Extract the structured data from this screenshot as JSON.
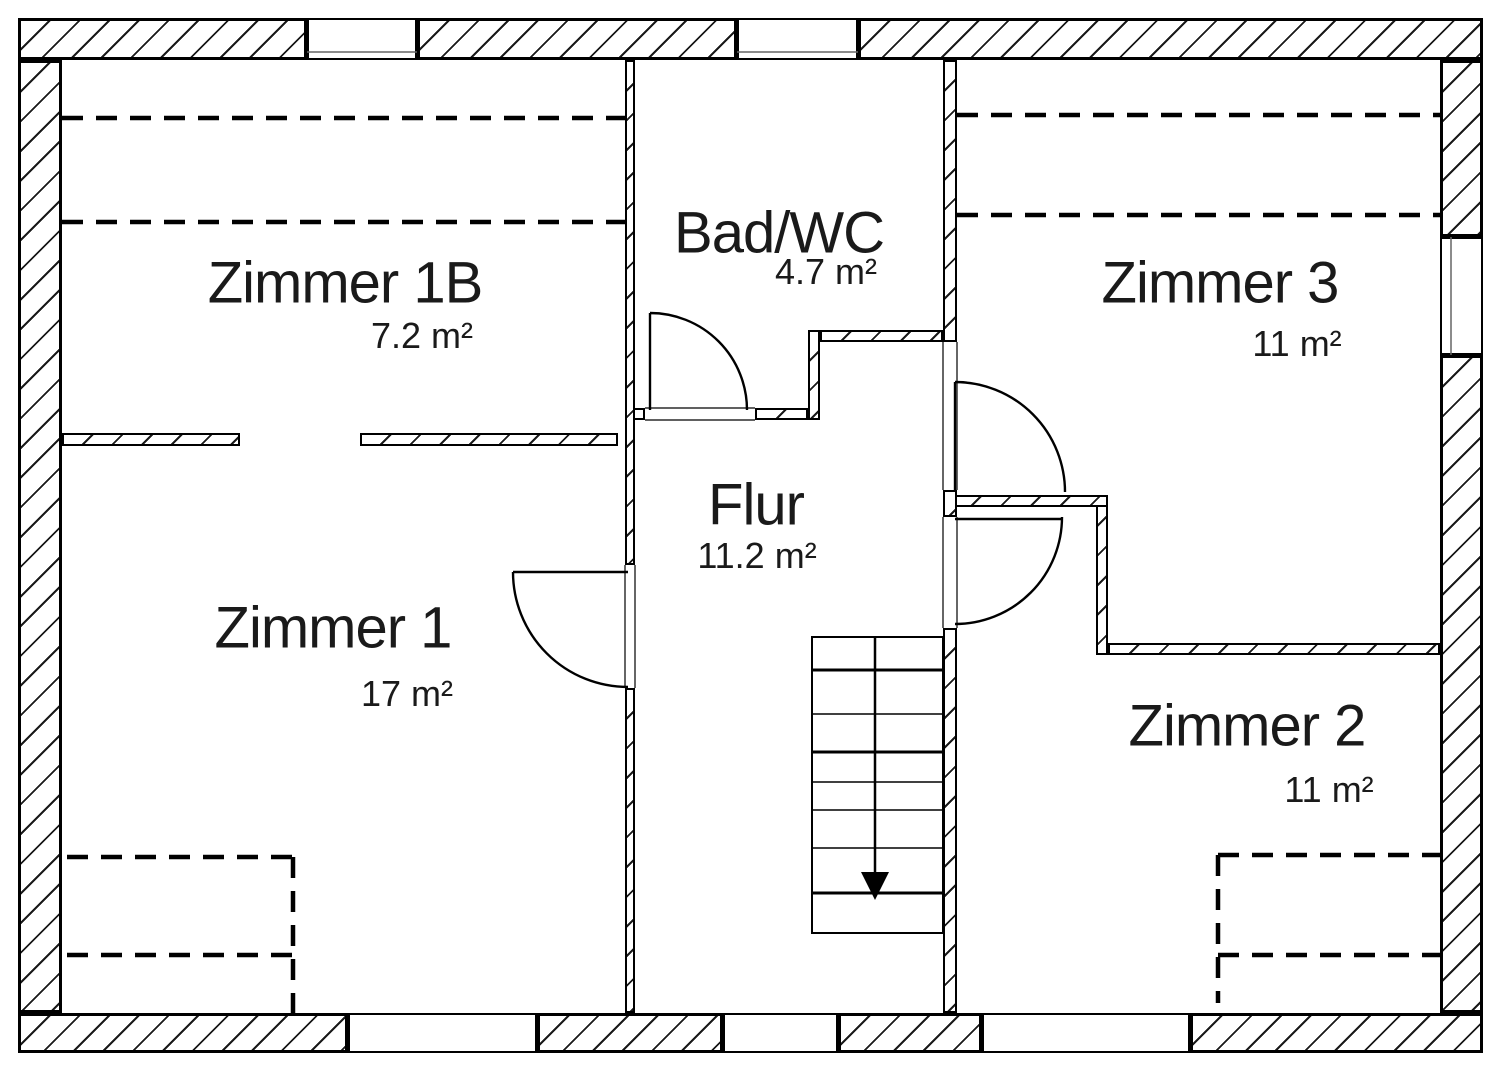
{
  "rooms": [
    {
      "id": "zimmer-1b",
      "name": "Zimmer 1B",
      "area": "7.2 m²"
    },
    {
      "id": "bad-wc",
      "name": "Bad/WC",
      "area": "4.7 m²"
    },
    {
      "id": "zimmer-3",
      "name": "Zimmer 3",
      "area": "11 m²"
    },
    {
      "id": "flur",
      "name": "Flur",
      "area": "11.2 m²"
    },
    {
      "id": "zimmer-1",
      "name": "Zimmer 1",
      "area": "17 m²"
    },
    {
      "id": "zimmer-2",
      "name": "Zimmer 2",
      "area": "11 m²"
    }
  ],
  "stairs": {
    "direction_arrow": "down"
  },
  "features": {
    "window_count": 6,
    "door_count": 4,
    "roof_slope_dashed_lines": true
  },
  "colors": {
    "line": "#000000",
    "background": "#ffffff",
    "hatch": "#1a1a1a",
    "label": "#1a1a1a"
  }
}
